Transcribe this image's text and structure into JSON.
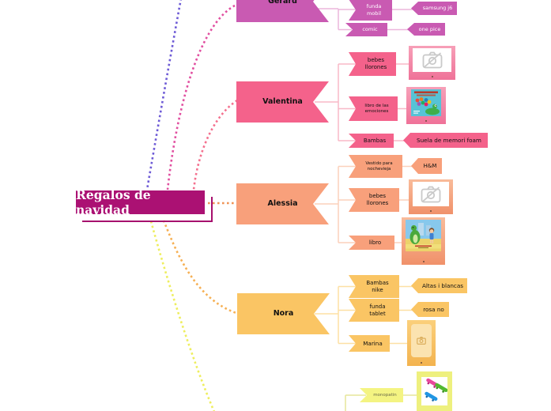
{
  "center": {
    "label": "Regalos de navidad"
  },
  "gerard": {
    "name": "Gerard",
    "funda_mobil": "funda\nmobil",
    "samsung": "samsung j6",
    "comic": "comic",
    "one_pice": "one pice"
  },
  "valentina": {
    "name": "Valentina",
    "bebes": "bebes\nllorones",
    "libro": "libro de las\nemociones",
    "bambas": "Bambas",
    "suela": "Suela de memori foam"
  },
  "alessia": {
    "name": "Alessia",
    "vestido": "Vestido para\nnochevieja",
    "hm": "H&M",
    "bebes": "bebes\nllorones",
    "libro": "libro"
  },
  "nora": {
    "name": "Nora",
    "bambas_nike": "Bambas\nnike",
    "altas": "Altas i blancas",
    "funda_tablet": "funda\ntablet",
    "rosa": "rosa no",
    "marina": "Marina"
  },
  "bottom": {
    "monopatin": "monopatin"
  },
  "images": {
    "valentina_bebes": "broken-image-camera-icon",
    "valentina_libro": "book-cover-crocodile-illustration",
    "alessia_bebes": "broken-image-camera-icon",
    "alessia_libro": "book-cover-girl-and-dragon-illustration",
    "nora_marina": "photo-placeholder-camera-icon",
    "monopatin_img": "skateboards-illustration"
  },
  "colors": {
    "center_bg": "#ab1173",
    "gerard_branch": "#c95ab2",
    "valentina_branch": "#f4628b",
    "alessia_branch": "#f8a07b",
    "nora_branch": "#fac564",
    "bottom_branch": "#f4f482",
    "dotted_purple": "#6e5bd6",
    "dotted_magenta": "#e14fa0",
    "dotted_pink": "#f4708e",
    "dotted_orange": "#ef9356",
    "dotted_amber": "#f6b054",
    "dotted_yellow": "#eeee5e"
  }
}
